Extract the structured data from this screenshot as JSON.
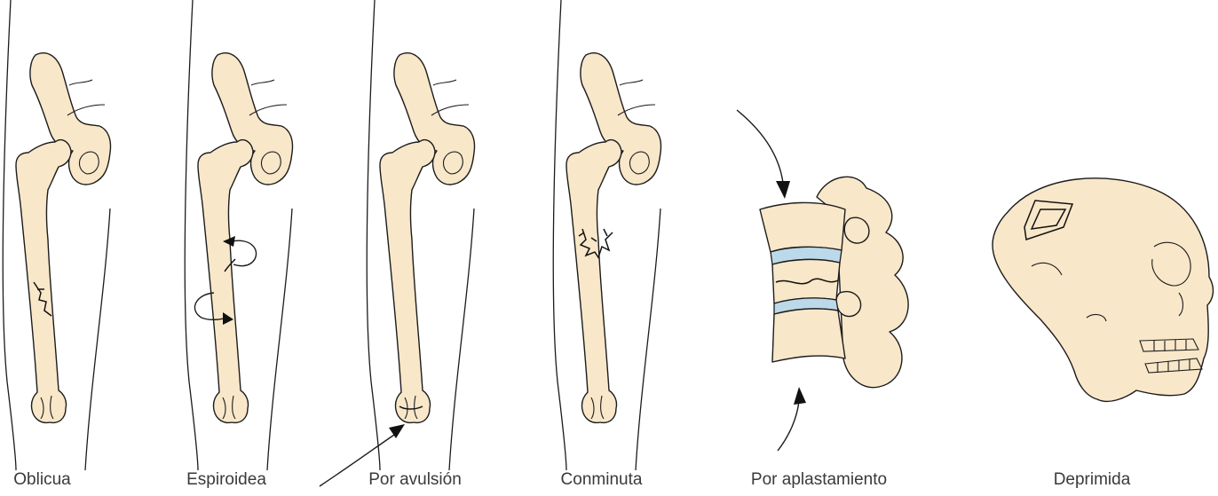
{
  "figure": {
    "captions": [
      {
        "id": "oblicua",
        "label": "Oblicua"
      },
      {
        "id": "espiroidea",
        "label": "Espiroidea"
      },
      {
        "id": "avulsion",
        "label": "Por avulsión"
      },
      {
        "id": "conminuta",
        "label": "Conminuta"
      },
      {
        "id": "aplastamiento",
        "label": "Por aplastamiento"
      },
      {
        "id": "deprimida",
        "label": "Deprimida"
      }
    ]
  },
  "colors": {
    "bone_fill": "#f8e7c9",
    "outline": "#1c1c1c",
    "disc_fill": "#bcd9ea",
    "caption_text": "#3a3a3a"
  }
}
